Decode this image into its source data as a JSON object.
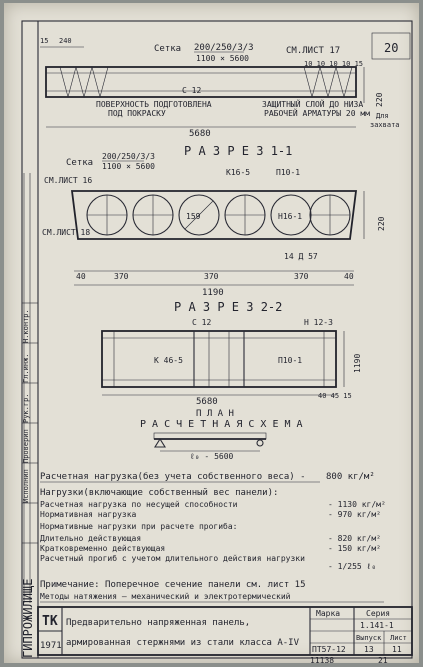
{
  "sheet_number": "20",
  "top_view": {
    "dim_15": "15",
    "dim_240": "240",
    "mesh_label_1": "Сетка",
    "mesh_label_2": "200/250/3/3",
    "mesh_label_3": "1100 × 5600",
    "ref_sheet": "СМ.ЛИСТ 17",
    "bars": "10 10 10 10 15",
    "c12": "С 12",
    "surface_1": "ПОВЕРХНОСТЬ ПОДГОТОВЛЕНА",
    "surface_2": "ПОД ПОКРАСКУ",
    "cover_1": "ЗАЩИТНЫЙ СЛОЙ ДО НИЗА",
    "cover_2": "РАБОЧЕЙ АРМАТУРЫ 20 мм",
    "length": "5680",
    "height": "220",
    "side_1": "Для",
    "side_2": "захвата"
  },
  "section_1": {
    "title": "Р А З Р Е З  1-1",
    "mesh_1": "Сетка",
    "mesh_2": "200/250/3/3",
    "mesh_3": "1100 × 5600",
    "k": "К16-5",
    "p": "П10-1",
    "ref_16": "СМ.ЛИСТ 16",
    "ref_18": "СМ.ЛИСТ 18",
    "d159": "159",
    "n16": "Н16-1",
    "bars": "14 Д 57",
    "d40a": "40",
    "d370a": "370",
    "d370b": "370",
    "d370c": "370",
    "d40b": "40",
    "width": "1190",
    "height": "220"
  },
  "section_2": {
    "title": "Р А З Р Е З  2-2",
    "c12": "С 12",
    "n12": "Н 12-3",
    "k": "К 46-5",
    "p": "П10-1",
    "length": "5680",
    "width": "1190",
    "dims": "40 45 15",
    "plan": "П Л А Н"
  },
  "scheme": {
    "title": "Р А С Ч Е Т Н А Я   С Х Е М А",
    "span": "ℓ₀ - 5600"
  },
  "calc_load": {
    "label": "Расчетная нагрузка(без учета собственного веса) - ",
    "value": "800 кг/м²"
  },
  "loads": {
    "header": "Нагрузки(включающие собственный вес панели):",
    "rows": [
      {
        "label": "Расчетная нагрузка по несущей способности",
        "value": "- 1130 кг/м²"
      },
      {
        "label": "Нормативная нагрузка",
        "value": "- 970 кг/м²"
      },
      {
        "label": "Нормативные нагрузки при расчете прогиба:",
        "value": ""
      },
      {
        "label": "Длительно действующая",
        "value": "- 820 кг/м²"
      },
      {
        "label": "Кратковременно действующая",
        "value": "- 150 кг/м²"
      },
      {
        "label": "Расчетный прогиб с учетом длительного действия нагрузки",
        "value": "- 1/255 ℓ₀"
      }
    ]
  },
  "note": {
    "line1": "Примечание: Поперечное сечение панели см. лист 15",
    "line2": "Методы натяжения — механический и электротермический"
  },
  "title_block": {
    "org": "ТК",
    "year": "1971",
    "desc_1": "Предварительно напряженная панель,",
    "desc_2": "армированная стержнями из стали класса А-IV",
    "mark_label": "Марка",
    "mark": "ПТ57-12",
    "series_label": "Серия",
    "series": "1.141-1",
    "issue_label": "Выпуск",
    "issue": "13",
    "sheet_label": "Лист",
    "sheet": "11"
  },
  "footer": {
    "left": "11138",
    "right": "21"
  },
  "side_strip": {
    "brand": "ГИПРОЖИЛИЩЕ",
    "items": [
      "Н.контр.",
      "Гл.инж.",
      "Рук.гр.",
      "Проверил",
      "Исполнил"
    ]
  }
}
